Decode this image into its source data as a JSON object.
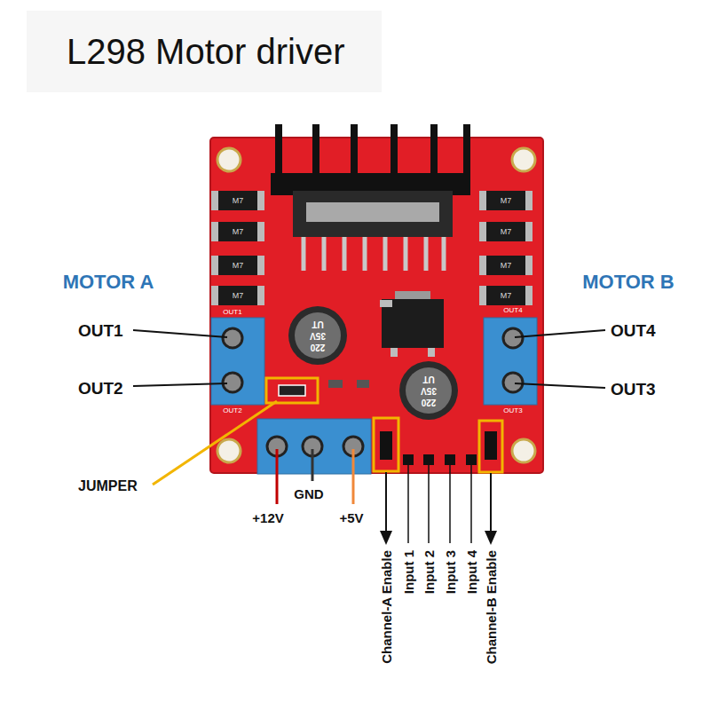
{
  "diagram": {
    "title": "L298 Motor driver",
    "labels": [
      "M7",
      "M7",
      "M7",
      "M7",
      "M7",
      "M7",
      "M7",
      "M7",
      "MOTOR A",
      "MOTOR B",
      "220",
      "35V",
      "UT",
      "OUT1",
      "OUT4",
      "OUT1",
      "OUT4",
      "220",
      "35V",
      "UT",
      "OUT2",
      "OUT3",
      "OUT2",
      "OUT3",
      "JUMPER",
      "GND",
      "+12V",
      "+5V",
      "Channel-A Enable",
      "Input 1",
      "Input 2",
      "Input 3",
      "Input 4",
      "Channel-B Enable"
    ]
  }
}
